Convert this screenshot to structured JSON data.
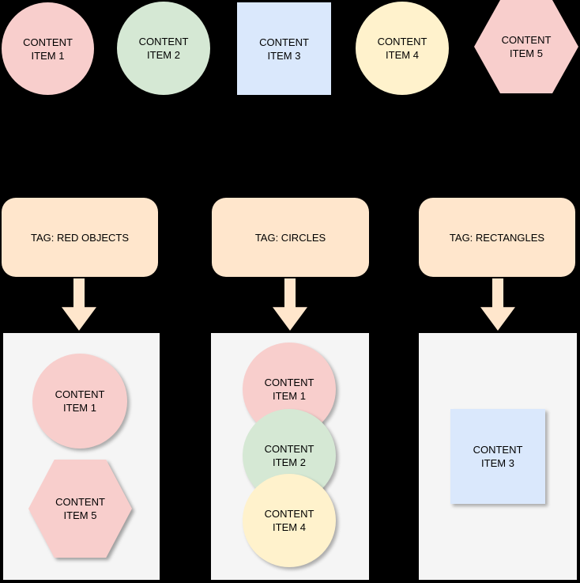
{
  "colors": {
    "background": "#000000",
    "red": "#F8CECC",
    "green": "#D5E8D4",
    "blue": "#DAE8FC",
    "yellow": "#FFF2CC",
    "orange": "#FFE6CC",
    "container": "#F5F5F5",
    "text": "#000000"
  },
  "content_items": [
    {
      "id": "content-item-1",
      "label": "CONTENT\nITEM 1",
      "shape": "circle",
      "color": "red"
    },
    {
      "id": "content-item-2",
      "label": "CONTENT\nITEM 2",
      "shape": "circle",
      "color": "green"
    },
    {
      "id": "content-item-3",
      "label": "CONTENT\nITEM 3",
      "shape": "square",
      "color": "blue"
    },
    {
      "id": "content-item-4",
      "label": "CONTENT\nITEM 4",
      "shape": "circle",
      "color": "yellow"
    },
    {
      "id": "content-item-5",
      "label": "CONTENT\nITEM 5",
      "shape": "hexagon",
      "color": "red"
    }
  ],
  "tags": [
    {
      "id": "tag-red-objects",
      "label": "TAG: RED OBJECTS"
    },
    {
      "id": "tag-circles",
      "label": "TAG: CIRCLES"
    },
    {
      "id": "tag-rectangles",
      "label": "TAG: RECTANGLES"
    }
  ],
  "groups": [
    {
      "tag": "TAG: RED OBJECTS",
      "members": [
        {
          "label": "CONTENT\nITEM 1",
          "shape": "circle",
          "color": "red"
        },
        {
          "label": "CONTENT\nITEM 5",
          "shape": "hexagon",
          "color": "red"
        }
      ]
    },
    {
      "tag": "TAG: CIRCLES",
      "members": [
        {
          "label": "CONTENT\nITEM 1",
          "shape": "circle",
          "color": "red"
        },
        {
          "label": "CONTENT\nITEM 2",
          "shape": "circle",
          "color": "green"
        },
        {
          "label": "CONTENT\nITEM 4",
          "shape": "circle",
          "color": "yellow"
        }
      ]
    },
    {
      "tag": "TAG: RECTANGLES",
      "members": [
        {
          "label": "CONTENT\nITEM 3",
          "shape": "square",
          "color": "blue"
        }
      ]
    }
  ]
}
